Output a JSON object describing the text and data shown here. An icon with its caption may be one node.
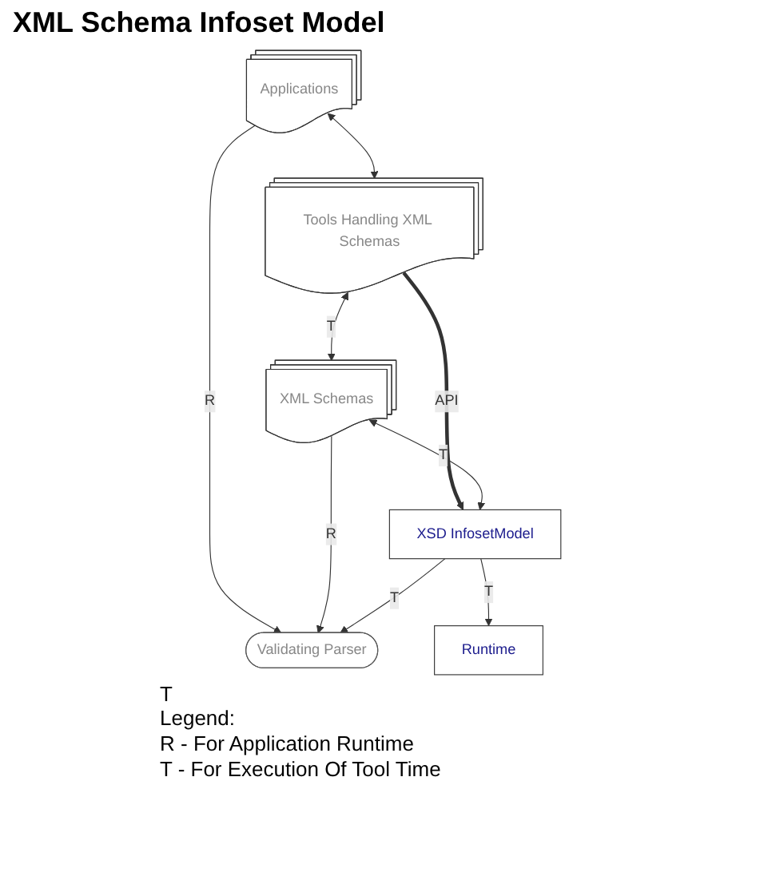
{
  "diagram": {
    "title": "XML Schema Infoset Model",
    "nodes": [
      {
        "text": [
          "Applications"
        ]
      },
      {
        "text": [
          "Tools Handling XML Schemas"
        ]
      },
      {
        "text": [
          "XML Schemas"
        ]
      },
      {
        "text": [
          "XSD InfosetModel"
        ]
      },
      {
        "text": [
          "Runtime"
        ]
      },
      {
        "text": [
          "Validating Parser"
        ]
      }
    ],
    "edges": [
      {
        "from": 0,
        "to": 1,
        "arrow": "both"
      },
      {
        "from": 1,
        "to": 2,
        "arrow": "both",
        "label": "T"
      },
      {
        "from": 1,
        "to": 3,
        "arrow": "to",
        "label": "API",
        "style": "thick"
      },
      {
        "from": 0,
        "to": 5,
        "arrow": "to",
        "label": "R"
      },
      {
        "from": 2,
        "to": 5,
        "arrow": "to",
        "label": "R"
      },
      {
        "from": 2,
        "to": 3,
        "arrow": "both",
        "label": "T"
      },
      {
        "from": 3,
        "to": 5,
        "arrow": "to",
        "label": "T"
      },
      {
        "from": 3,
        "to": 4,
        "arrow": "to",
        "label": "T"
      }
    ],
    "labels": [
      "T",
      "Legend:"
    ],
    "legend": [
      {
        "text": "R - For Application Runtime"
      },
      {
        "text": "T - For Execution Of Tool Time"
      }
    ]
  }
}
